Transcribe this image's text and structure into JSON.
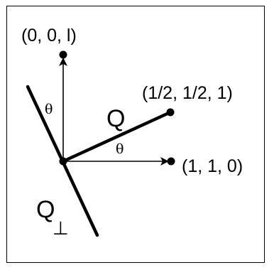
{
  "labels": {
    "point_001": "(0,  0,  l)",
    "point_111_2": "(1/2,  1/2,  1)",
    "point_110": "(1,  1,  0)",
    "theta_vertical": "θ",
    "theta_horizontal": "θ",
    "vector_q": "Q",
    "vector_q_perp": "Q",
    "perp_symbol": "⊥"
  },
  "colors": {
    "ink": "#000000",
    "background": "#ffffff"
  }
}
